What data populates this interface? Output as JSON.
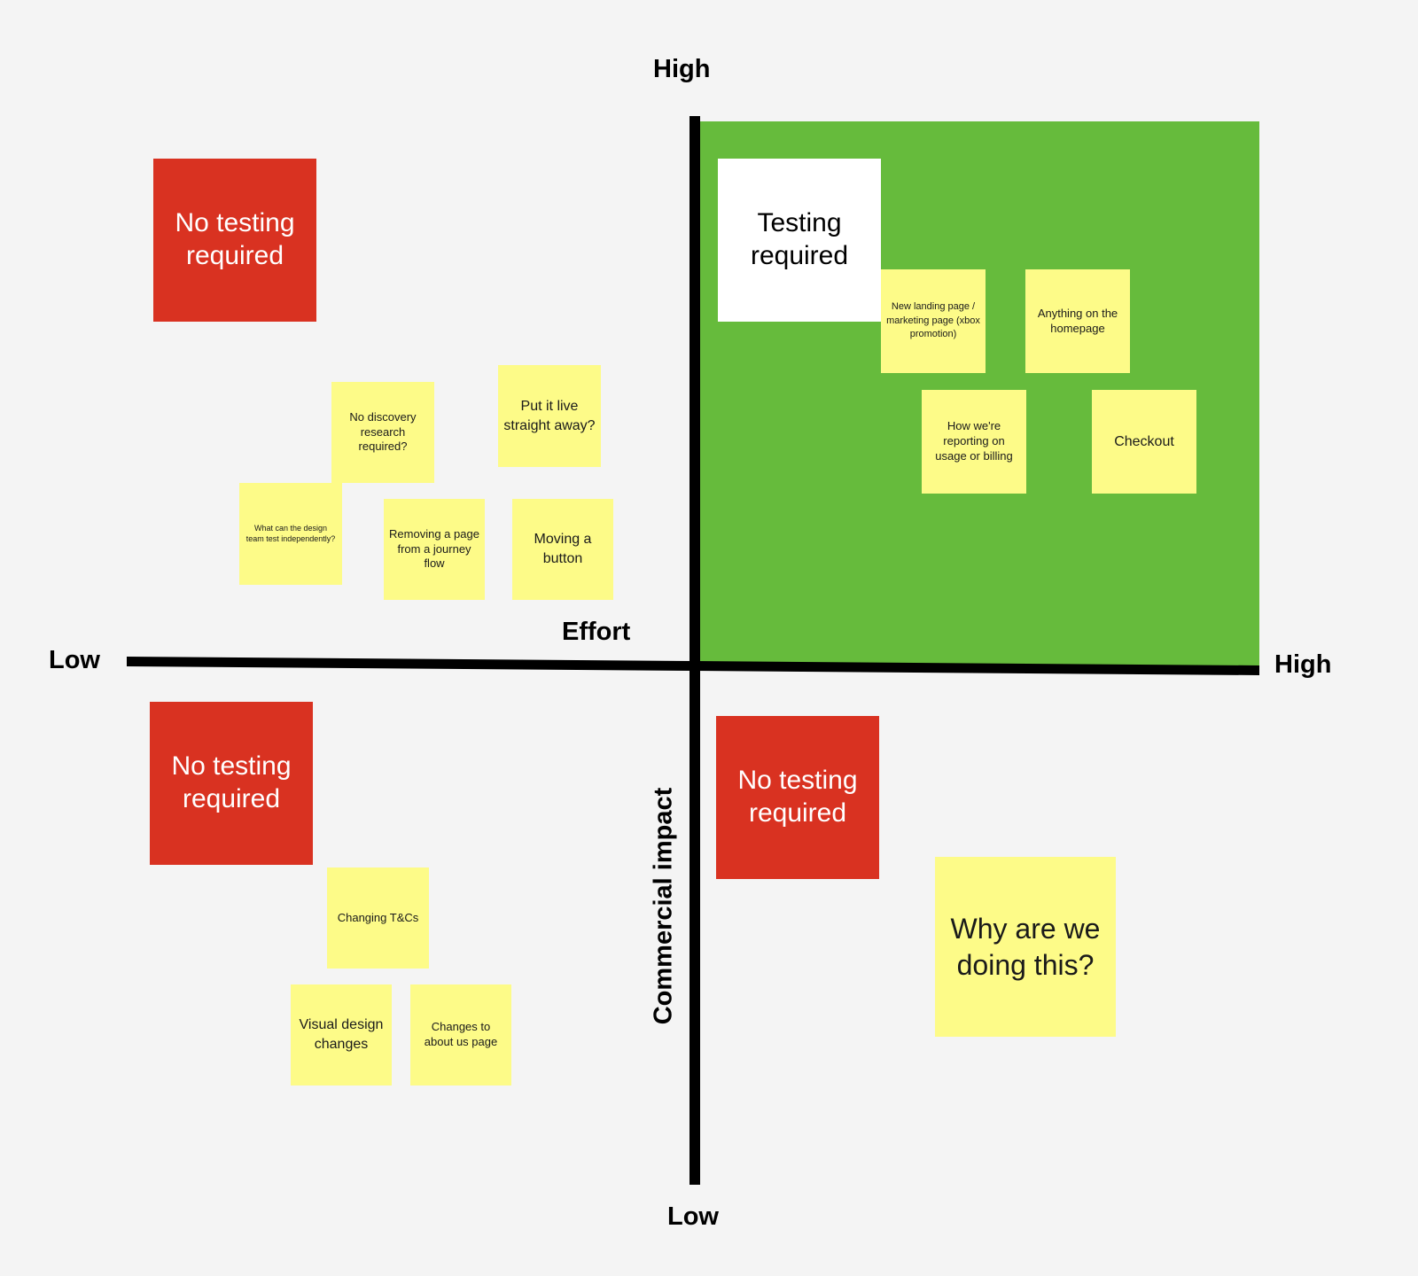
{
  "axes": {
    "vertical_high": "High",
    "vertical_low": "Low",
    "horizontal_low": "Low",
    "horizontal_high": "High",
    "effort_label": "Effort",
    "commercial_label": "Commercial impact"
  },
  "quadrants": {
    "top_left_card": "No testing required",
    "top_right_card": "Testing required",
    "bottom_left_card": "No testing required",
    "bottom_right_card": "No testing required"
  },
  "stickies": {
    "no_discovery": "No discovery research required?",
    "put_it_live": "Put it live straight away?",
    "design_team_test": "What can the design team test independently?",
    "removing_page": "Removing a page from a journey flow",
    "moving_button": "Moving a button",
    "landing_page": "New landing page / marketing page (xbox promotion)",
    "homepage": "Anything on the homepage",
    "reporting": "How we're reporting on usage or billing",
    "checkout": "Checkout",
    "changing_tcs": "Changing T&Cs",
    "visual_design": "Visual design changes",
    "about_us": "Changes to about us page",
    "why": "Why are we doing this?"
  },
  "colors": {
    "background": "#f4f4f4",
    "green_quadrant": "#66bb3c",
    "red_card": "#d93221",
    "sticky_yellow": "#fdfb88",
    "axis": "#000000"
  }
}
